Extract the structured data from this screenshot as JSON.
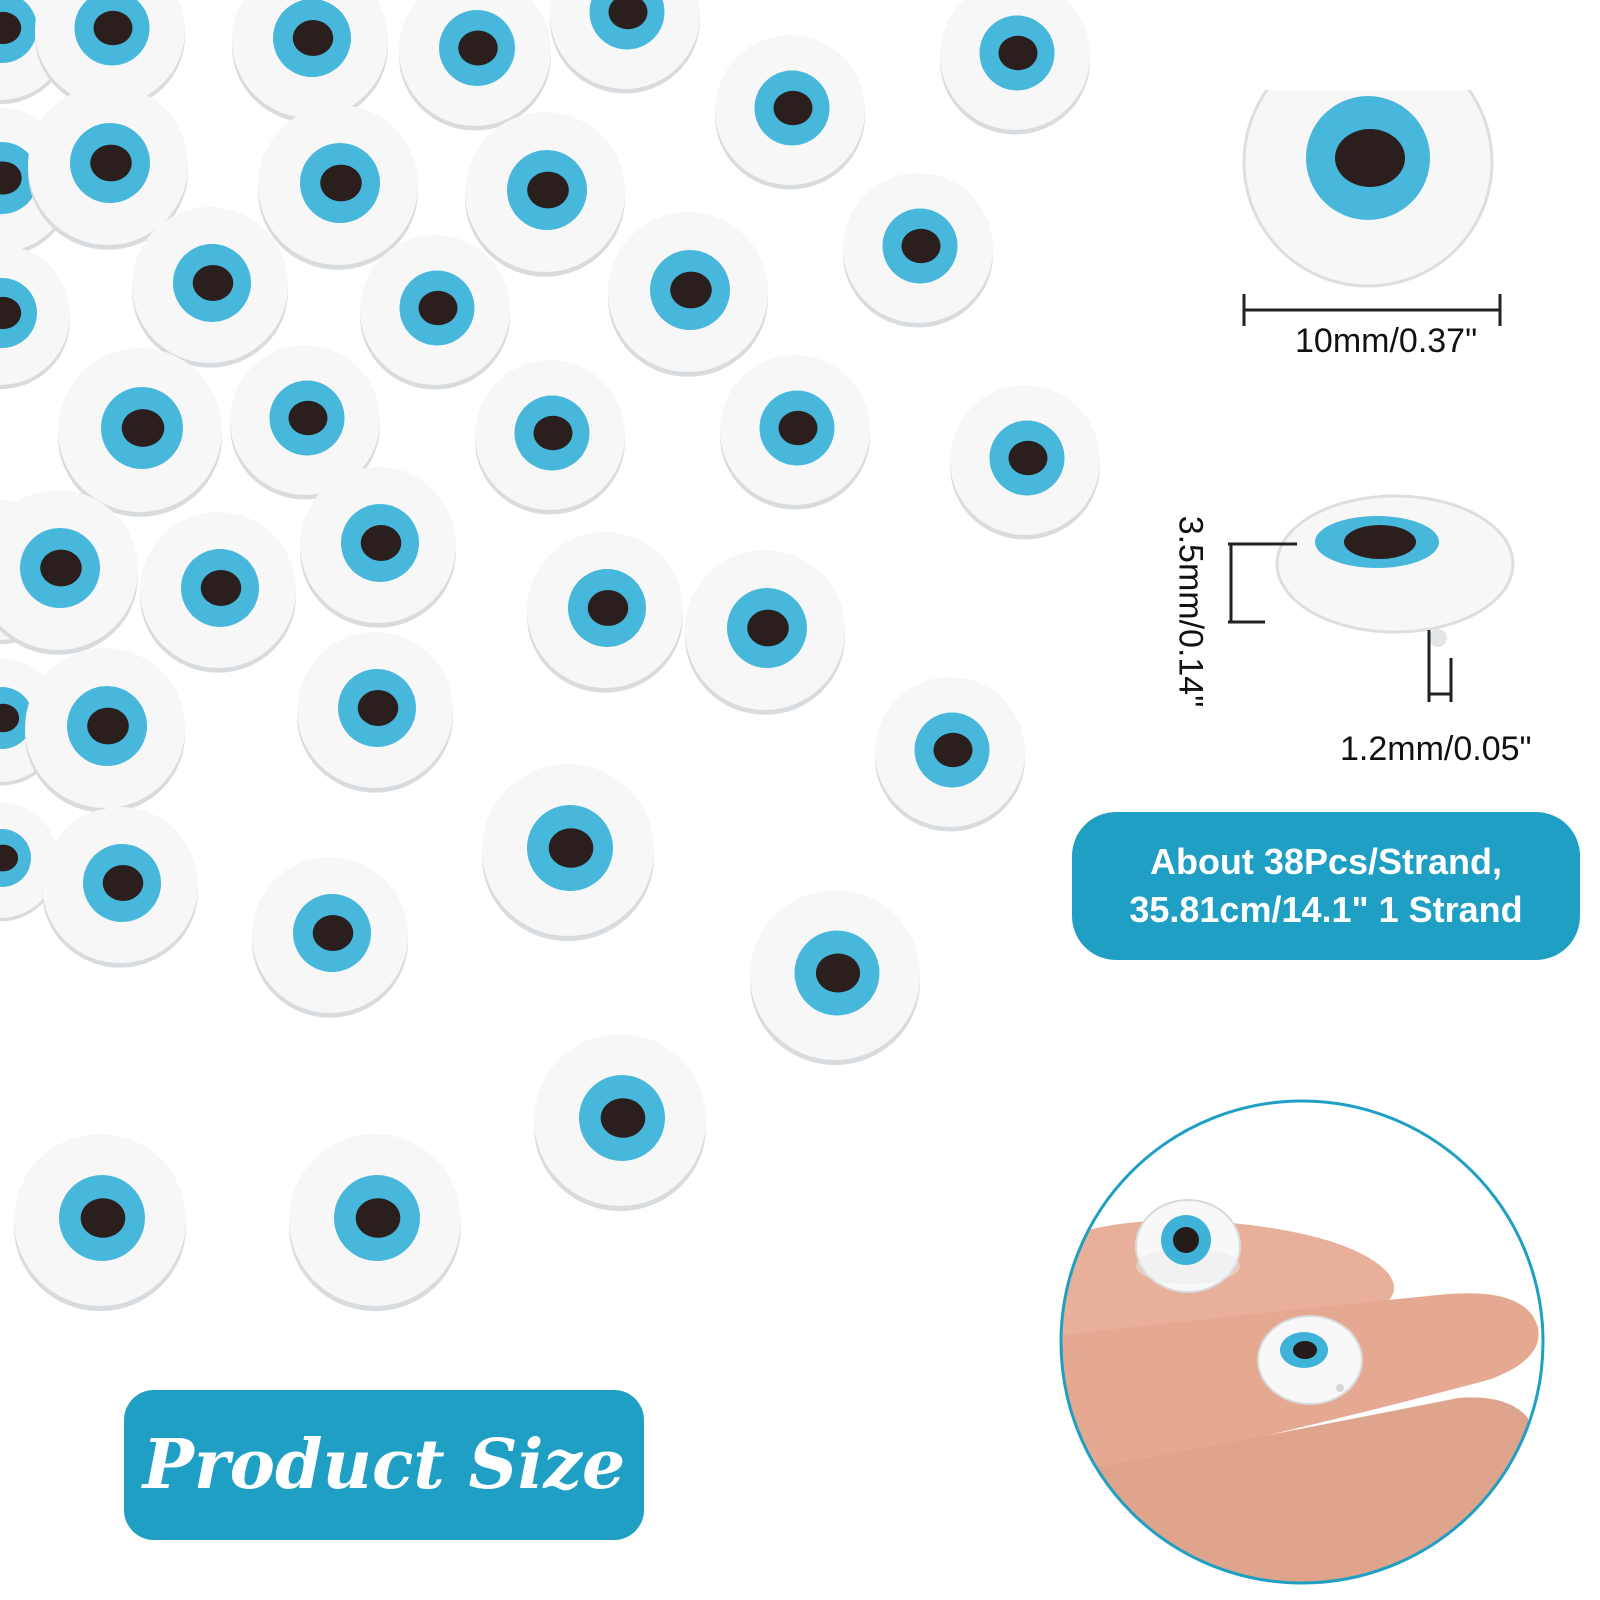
{
  "colors": {
    "accent": "#1f9fc4",
    "bead_white": "#f7f7f7",
    "bead_shadow": "#d9dcdf",
    "iris_blue": "#48b7dc",
    "pupil": "#2a1f1c",
    "skin": "#e9b49b"
  },
  "dimensions": {
    "diameter": "10mm/0.37\"",
    "thickness": "3.5mm/0.14\"",
    "hole": "1.2mm/0.05\""
  },
  "info": {
    "line1": "About 38Pcs/Strand,",
    "line2": "35.81cm/14.1\" 1 Strand"
  },
  "badge": {
    "label": "Product Size"
  }
}
